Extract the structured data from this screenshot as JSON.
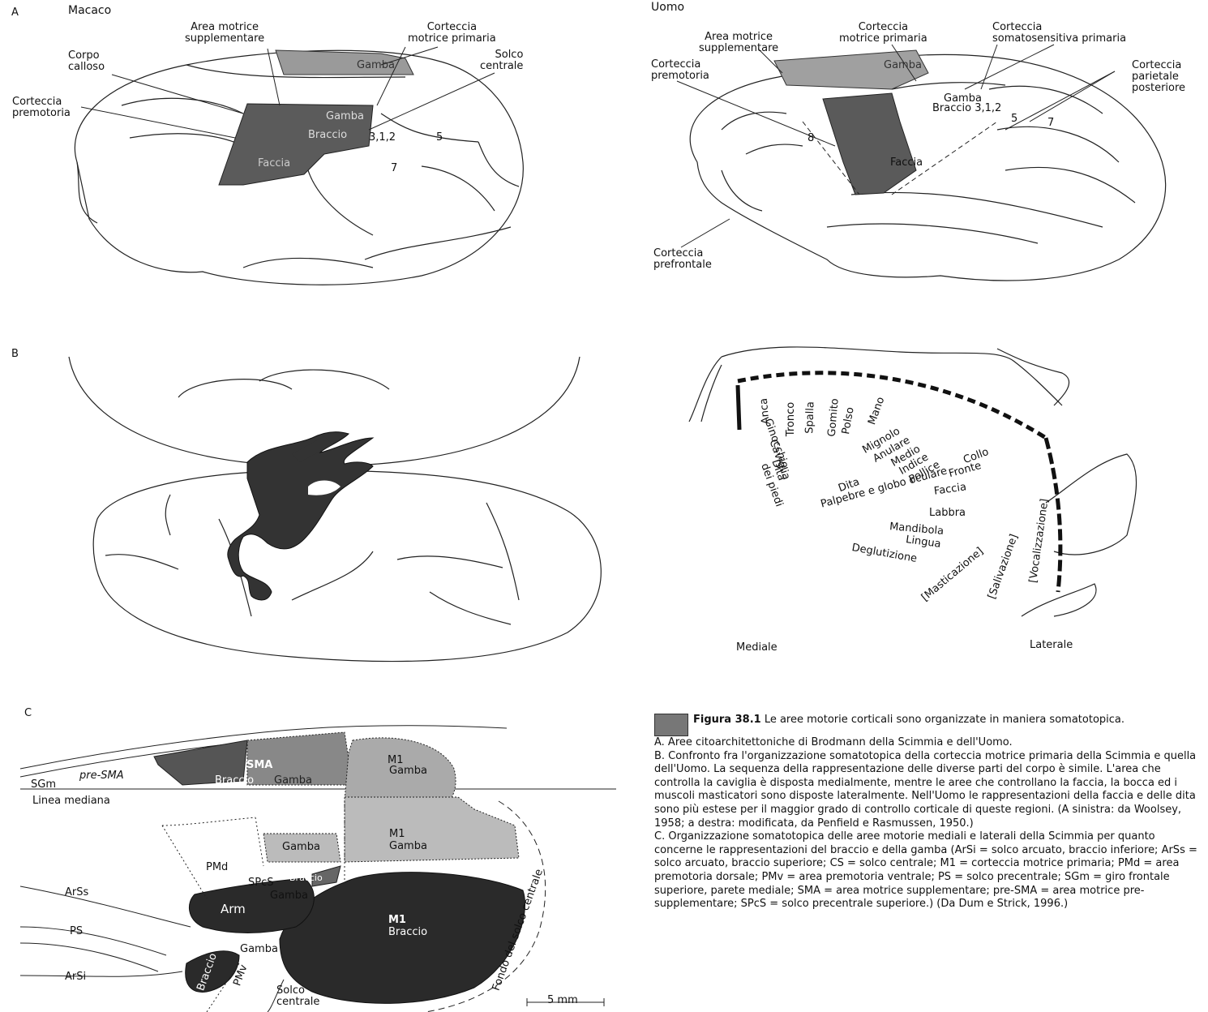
{
  "panelA": {
    "letter": "A",
    "macaque_title": "Macaco",
    "human_title": "Uomo",
    "macaque_labels": {
      "sma": "Area motrice\nsupplementare",
      "m1": "Corteccia\nmotrice primaria",
      "corpus": "Corpo\ncalloso",
      "sulcus": "Solco\ncentrale",
      "premotor": "Corteccia\npremotoria",
      "gamba_top": "Gamba",
      "gamba_mid": "Gamba",
      "braccio": "Braccio",
      "faccia": "Faccia",
      "n312": "3,1,2",
      "n5": "5",
      "n7": "7"
    },
    "human_labels": {
      "sma": "Area motrice\nsupplementare",
      "m1": "Corteccia\nmotrice primaria",
      "ss": "Corteccia\nsomatosensitiva primaria",
      "premotor": "Corteccia\npremotoria",
      "parietal": "Corteccia\nparietale\nposteriore",
      "prefrontal": "Corteccia\nprefrontale",
      "gamba_top": "Gamba",
      "gamba": "Gamba",
      "braccio": "Braccio 3,1,2",
      "faccia": "Faccia",
      "n8": "8",
      "n5": "5",
      "n7": "7"
    }
  },
  "panelB": {
    "letter": "B",
    "homunculus_labels": [
      "Anca",
      "Ginocchio",
      "Caviglia",
      "Dita\ndei piedi",
      "Tronco",
      "Spalla",
      "Gomito",
      "Polso",
      "Mano",
      "Mignolo",
      "Anulare",
      "Medio",
      "Indice",
      "Pollice",
      "Collo",
      "Fronte",
      "Palpebre e globo oculare",
      "Faccia",
      "Dita",
      "Labbra",
      "Mandibola",
      "Lingua",
      "Deglutizione",
      "[Masticazione]",
      "[Salivazione]",
      "[Vocalizzazione]"
    ],
    "mediale": "Mediale",
    "laterale": "Laterale"
  },
  "panelC": {
    "letter": "C",
    "labels": {
      "sma": "SMA",
      "sma_braccio": "Braccio",
      "sma_gamba": "Gamba",
      "pre_sma": "pre-SMA",
      "sgm": "SGm",
      "linea": "Linea mediana",
      "m1_top": "M1",
      "m1_top_gamba": "Gamba",
      "m1_mid": "M1",
      "m1_mid_gamba": "Gamba",
      "pmd_gamba": "Gamba",
      "pmd": "PMd",
      "spcs": "SPcS",
      "spcs_braccio": "Braccio",
      "spcs_gamba": "Gamba",
      "arss": "ArSs",
      "arm": "Arm",
      "m1_big": "M1",
      "m1_big_braccio": "Braccio",
      "ps": "PS",
      "braccio_pmv": "Braccio",
      "gamba_pmv": "Gamba",
      "pmv": "PMv",
      "arsi": "ArSi",
      "fondo": "Fondo del solco centrale",
      "solco": "Solco\ncentrale",
      "scale": "5 mm"
    }
  },
  "caption": {
    "figure": "Figura 38.1",
    "title_rest": " Le aree motorie corticali sono organizzate in maniera somatotopica.",
    "paragraphs": [
      "A. Aree citoarchitettoniche di Brodmann della Scimmia e dell'Uomo.",
      "B. Confronto fra l'organizzazione somatotopica della corteccia motrice primaria della Scimmia e quella dell'Uomo. La sequenza della rappresentazione delle diverse parti del corpo è simile. L'area che controlla la caviglia è disposta medialmente, mentre le aree che controllano la faccia, la bocca ed i muscoli masticatori sono disposte lateralmente. Nell'Uomo le rappresentazioni della faccia e delle dita sono più estese per il maggior grado di controllo corticale di queste regioni. (A sinistra: da Woolsey, 1958; a destra: modificata, da Penfield e Rasmussen, 1950.)",
      "C. Organizzazione somatotopica delle aree motorie mediali e laterali della Scimmia per quanto concerne le rappresentazioni del braccio e della gamba (ArSi = solco arcuato, braccio inferiore; ArSs = solco arcuato, braccio superiore; CS = solco centrale; M1 = corteccia motrice primaria; PMd = area premotoria dorsale; PMv = area premotoria ventrale; PS = solco precentrale; SGm = giro frontale superiore, parete mediale; SMA = area motrice supplementare; pre-SMA = area motrice pre-supplementare; SPcS = solco precentrale superiore.) (Da Dum e Strick, 1996.)"
    ]
  }
}
